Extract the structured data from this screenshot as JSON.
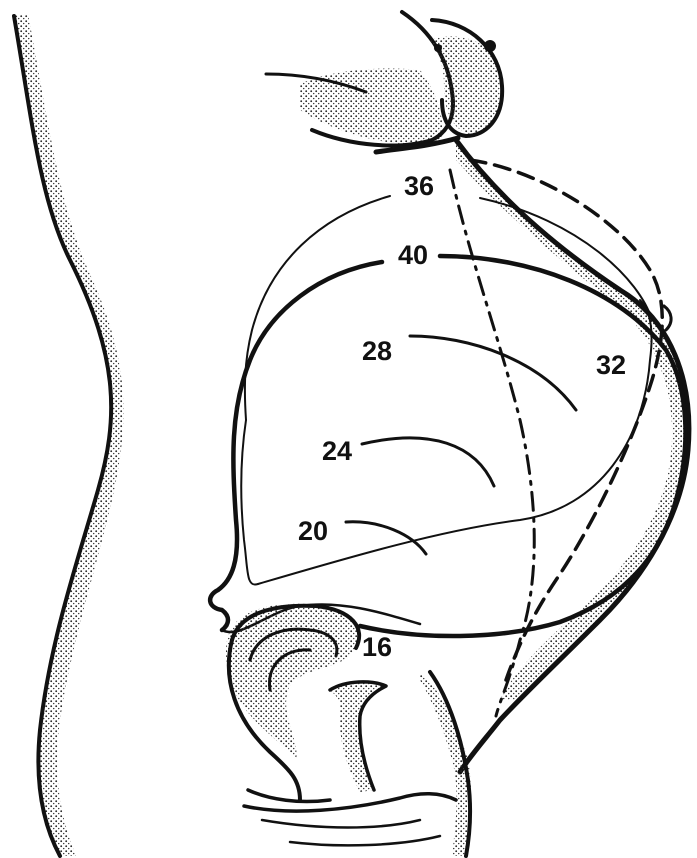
{
  "diagram": {
    "type": "fundal-height-by-gestational-week",
    "labels": [
      {
        "id": "w16",
        "text": "16"
      },
      {
        "id": "w20",
        "text": "20"
      },
      {
        "id": "w24",
        "text": "24"
      },
      {
        "id": "w28",
        "text": "28"
      },
      {
        "id": "w32",
        "text": "32"
      },
      {
        "id": "w36",
        "text": "36"
      },
      {
        "id": "w40",
        "text": "40"
      }
    ],
    "colors": {
      "ink": "#111111",
      "background": "#ffffff"
    }
  }
}
